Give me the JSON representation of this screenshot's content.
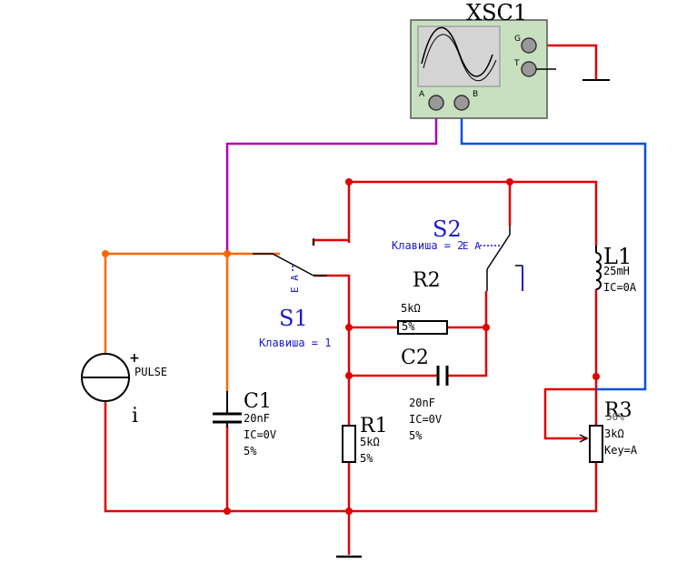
{
  "scope": {
    "ref": "XSC1",
    "ports": {
      "A": "A",
      "B": "B",
      "G": "G",
      "T": "T"
    }
  },
  "source": {
    "type": "PULSE",
    "ref": "i",
    "polarity": "+"
  },
  "C1": {
    "ref": "C1",
    "value": "20nF",
    "ic": "IC=0V",
    "tol": "5%"
  },
  "C2": {
    "ref": "C2",
    "value": "20nF",
    "ic": "IC=0V",
    "tol": "5%"
  },
  "R1": {
    "ref": "R1",
    "value": "5kΩ",
    "tol": "5%"
  },
  "R2": {
    "ref": "R2",
    "value": "5kΩ",
    "tol": "5%"
  },
  "R3": {
    "ref": "R3",
    "value": "3kΩ",
    "key": "Key=A",
    "pct": "50%"
  },
  "L1": {
    "ref": "L1",
    "value": "25mH",
    "ic": "IC=0A"
  },
  "S1": {
    "ref": "S1",
    "key_text": "Клавиша = 1",
    "key_glyph": "E A"
  },
  "S2": {
    "ref": "S2",
    "key_text": "Клавиша = 2",
    "key_glyph": "E A"
  },
  "colors": {
    "wire_red": "#e00000",
    "wire_orange": "#ff6600",
    "wire_magenta": "#b000b0",
    "wire_blue": "#0050e0",
    "component": "#000000",
    "switch_label": "#1a1acc",
    "scope_body": "#c8e0c0",
    "scope_screen": "#d4d4d4"
  }
}
